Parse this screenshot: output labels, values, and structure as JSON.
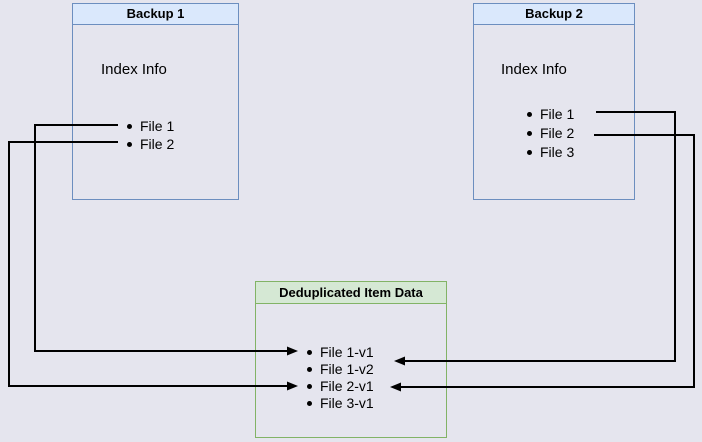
{
  "diagram": {
    "background_color": "#e5e5ee",
    "arrow_color": "#000000",
    "backup1": {
      "title": "Backup 1",
      "section_label": "Index Info",
      "items": [
        "File 1",
        "File 2"
      ],
      "border_color": "#6c8ebf",
      "header_bg": "#dae8fc"
    },
    "backup2": {
      "title": "Backup 2",
      "section_label": "Index Info",
      "items": [
        "File 1",
        "File 2",
        "File 3"
      ],
      "border_color": "#6c8ebf",
      "header_bg": "#dae8fc"
    },
    "dedup": {
      "title": "Deduplicated Item Data",
      "items": [
        "File 1-v1",
        "File 1-v2",
        "File 2-v1",
        "File 3-v1"
      ],
      "border_color": "#82b366",
      "header_bg": "#d5e8d4"
    },
    "connections": [
      {
        "from": "Backup 1 / File 1",
        "to": "Deduplicated Item Data / File 1-v1",
        "side": "left"
      },
      {
        "from": "Backup 1 / File 2",
        "to": "Deduplicated Item Data / File 2-v1",
        "side": "left"
      },
      {
        "from": "Backup 2 / File 1",
        "to": "Deduplicated Item Data / File 1-v2",
        "side": "right"
      },
      {
        "from": "Backup 2 / File 2",
        "to": "Deduplicated Item Data / File 2-v1",
        "side": "right"
      }
    ]
  }
}
